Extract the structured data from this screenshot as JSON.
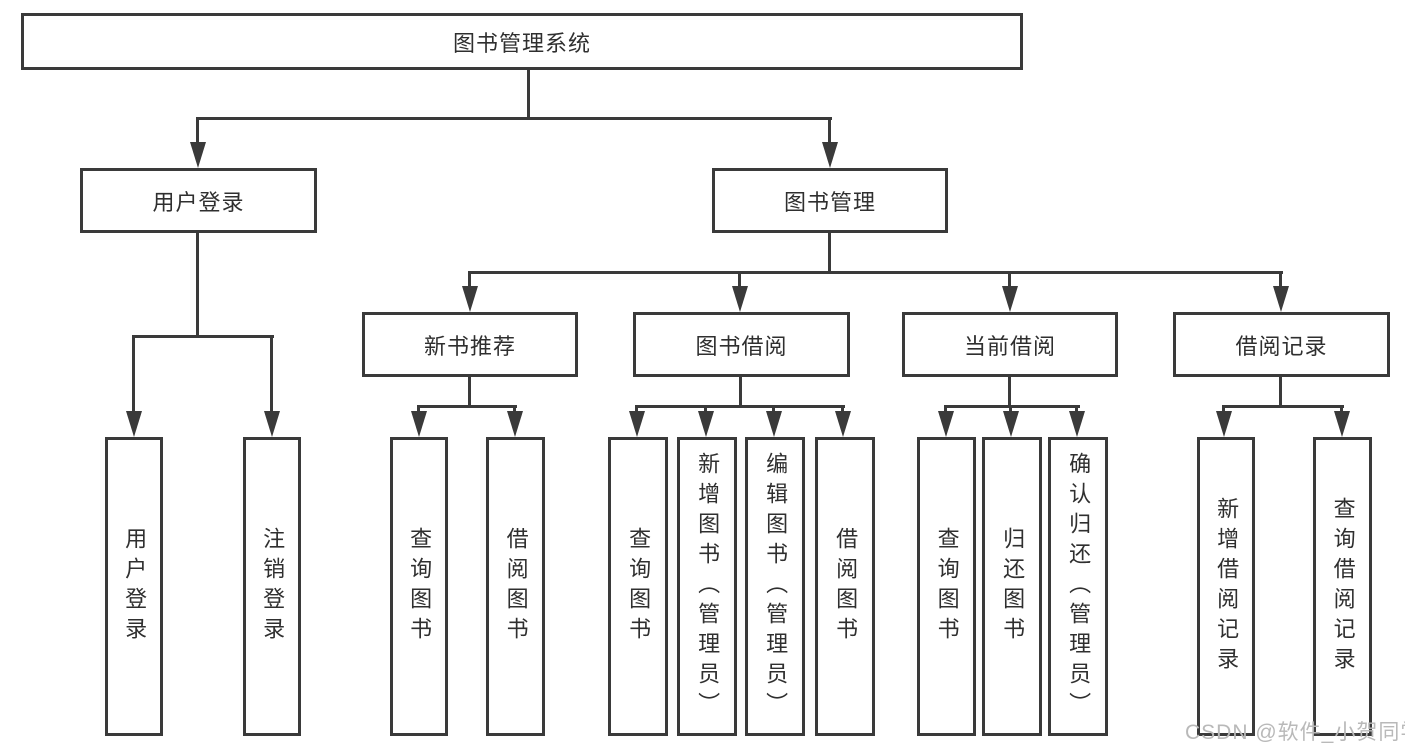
{
  "tree": {
    "label": "图书管理系统",
    "children": [
      {
        "label": "用户登录",
        "children": [
          {
            "label": "用户登录"
          },
          {
            "label": "注销登录"
          }
        ]
      },
      {
        "label": "图书管理",
        "children": [
          {
            "label": "新书推荐",
            "children": [
              {
                "label": "查询图书"
              },
              {
                "label": "借阅图书"
              }
            ]
          },
          {
            "label": "图书借阅",
            "children": [
              {
                "label": "查询图书"
              },
              {
                "label": "新增图书（管理员）"
              },
              {
                "label": "编辑图书（管理员）"
              },
              {
                "label": "借阅图书"
              }
            ]
          },
          {
            "label": "当前借阅",
            "children": [
              {
                "label": "查询图书"
              },
              {
                "label": "归还图书"
              },
              {
                "label": "确认归还（管理员）"
              }
            ]
          },
          {
            "label": "借阅记录",
            "children": [
              {
                "label": "新增借阅记录"
              },
              {
                "label": "查询借阅记录"
              }
            ]
          }
        ]
      }
    ]
  },
  "watermark": {
    "text": "CSDN @软件_小贺同学"
  },
  "colors": {
    "line": "#3a3a3a",
    "text": "#2f2f2f",
    "watermark": "#b9b9b9",
    "background": "#ffffff"
  }
}
